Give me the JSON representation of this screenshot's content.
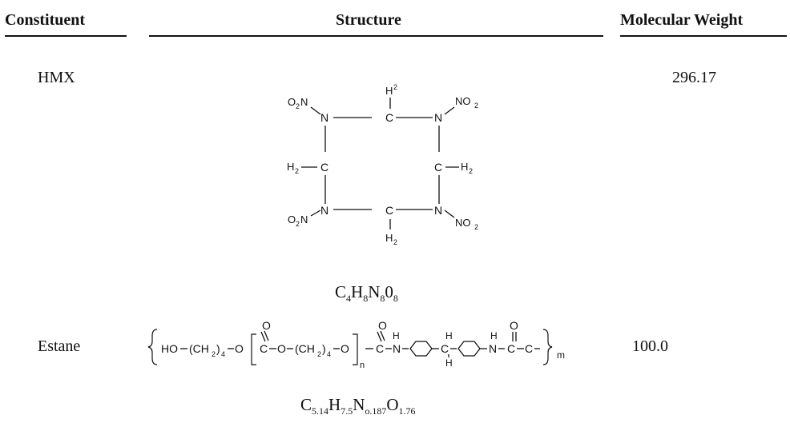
{
  "headers": {
    "constituent": "Constituent",
    "structure": "Structure",
    "molecular_weight": "Molecular Weight"
  },
  "rows": [
    {
      "name": "HMX",
      "molecular_weight": "296.17",
      "formula": {
        "C": "C",
        "C_n": "4",
        "H": "H",
        "H_n": "8",
        "N": "N",
        "N_n": "8",
        "O": "0",
        "O_n": "8"
      },
      "structure_labels": {
        "h2": "H",
        "h2_sub": "2",
        "o2n": "O",
        "o2n_sub": "2",
        "o2n_n": "N",
        "n": "N",
        "c": "C",
        "no2": "NO",
        "no2_sub": "2"
      }
    },
    {
      "name": "Estane",
      "molecular_weight": "100.0",
      "formula": {
        "C": "C",
        "C_n": "5.14",
        "H": "H",
        "H_n": "7.5",
        "N": "N",
        "N_n": "o.187",
        "O": "O",
        "O_n": "1.76"
      },
      "structure_labels": {
        "ho": "HO",
        "ch2": "(CH",
        "ch2_sub": "2",
        "ch2_close": ")",
        "sub4": "4",
        "o": "O",
        "c": "C",
        "n": "N",
        "h": "H",
        "n_sub": "n",
        "m_sub": "m"
      }
    }
  ]
}
